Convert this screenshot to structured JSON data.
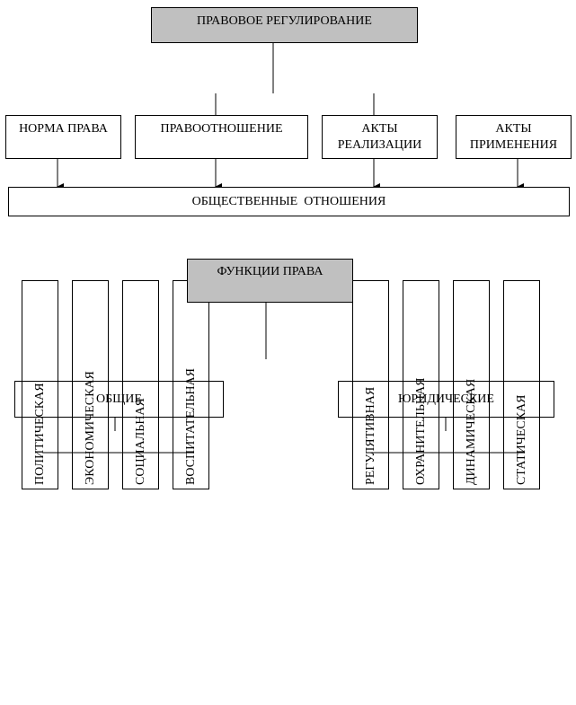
{
  "regulation": {
    "title": "ПРАВОВОЕ РЕГУЛИРОВАНИЕ",
    "norm": "НОРМА ПРАВА",
    "relation": "ПРАВООТНОШЕНИЕ",
    "realization": "АКТЫ\nРЕАЛИЗАЦИИ",
    "application": "АКТЫ\nПРИМЕНЕНИЯ",
    "social_relations": "ОБЩЕСТВЕННЫЕ  ОТНОШЕНИЯ"
  },
  "functions": {
    "title": "ФУНКЦИИ ПРАВА",
    "general": "ОБЩИЕ",
    "legal": "ЮРИДИЧЕСКИЕ",
    "general_items": [
      "ПОЛИТИЧЕСКАЯ",
      "ЭКОНОМИЧЕСКАЯ",
      "СОЦИАЛЬНАЯ",
      "ВОСПИТАТЕЛЬНАЯ"
    ],
    "legal_items": [
      "РЕГУЛЯТИВНАЯ",
      "ОХРАНИТЕЛЬНАЯ",
      "ДИНАМИЧЕСКАЯ",
      "СТАТИЧЕСКАЯ"
    ]
  },
  "colors": {
    "header_fill": "#c0c0c0",
    "line": "#000000",
    "background": "#ffffff"
  }
}
